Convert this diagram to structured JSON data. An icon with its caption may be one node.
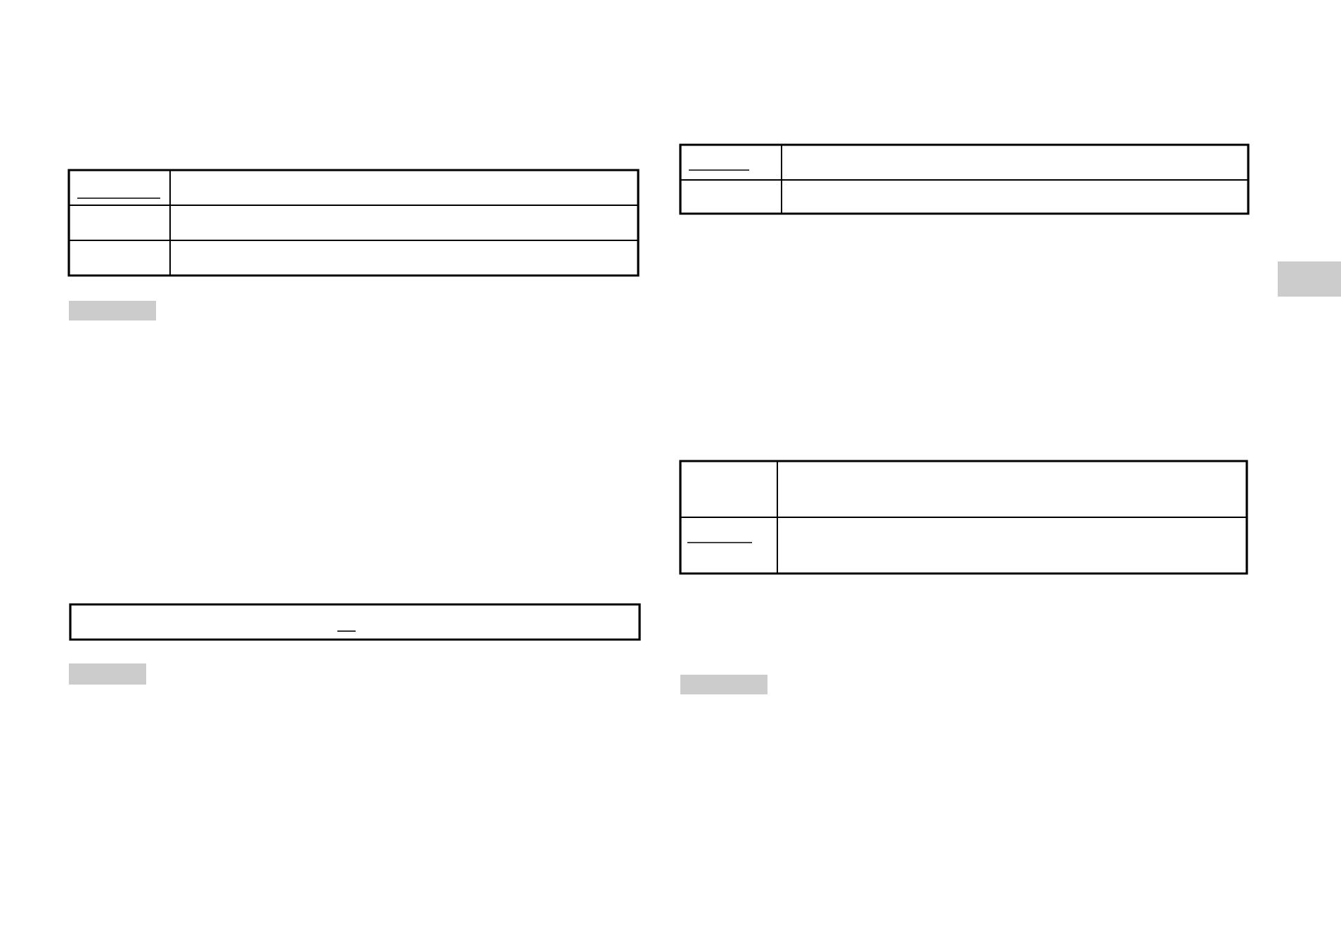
{
  "diagram": {
    "nodes": [
      {
        "text": [],
        "shape": "box"
      },
      {
        "text": [],
        "shape": "bar"
      },
      {
        "text": [],
        "shape": "box"
      },
      {
        "text": [],
        "shape": "bar"
      },
      {
        "text": [],
        "shape": "box"
      },
      {
        "text": [],
        "shape": "bar"
      },
      {
        "text": [],
        "shape": "box"
      },
      {
        "text": [],
        "shape": "bar"
      }
    ]
  }
}
